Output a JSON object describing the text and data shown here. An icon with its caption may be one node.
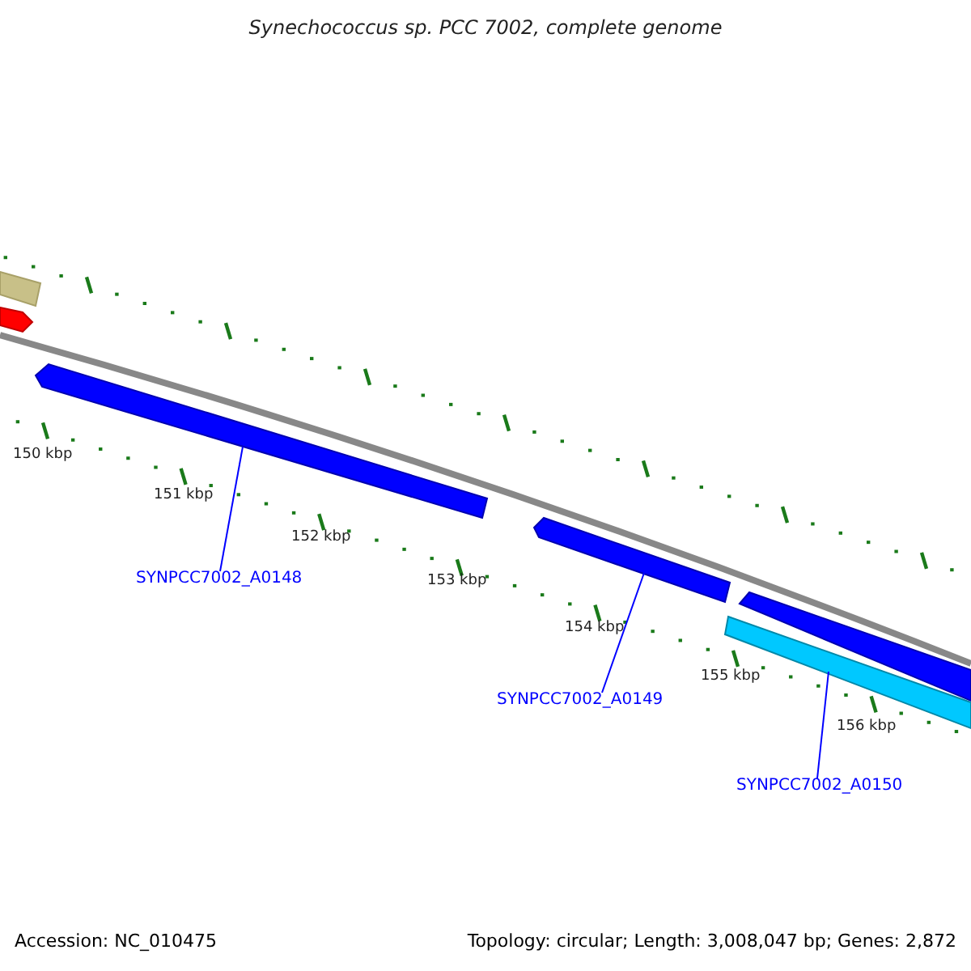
{
  "diagram": {
    "title": "Synechococcus sp. PCC 7002, complete genome",
    "nodes": [
      {
        "text": [],
        "shape": "bar"
      },
      {
        "text": [],
        "shape": "bar"
      },
      {
        "text": [],
        "shape": "bar"
      },
      {
        "text": [
          "SYNPCC7002_A0148"
        ]
      },
      {
        "text": [
          "SYNPCC7002_A0149"
        ]
      },
      {
        "text": [
          "SYNPCC7002_A0150"
        ]
      }
    ],
    "edges": [
      {
        "from": 3,
        "to": 0,
        "arrow": "none"
      },
      {
        "from": 4,
        "to": 1,
        "arrow": "none"
      },
      {
        "from": 5,
        "to": 2,
        "arrow": "none"
      }
    ],
    "labels": [
      "150 kbp",
      "151 kbp",
      "152 kbp",
      "153 kbp",
      "154 kbp",
      "155 kbp",
      "156 kbp",
      "Accession: NC_010475",
      "Topology: circular; Length: 3,008,047 bp; Genes: 2,872"
    ]
  }
}
